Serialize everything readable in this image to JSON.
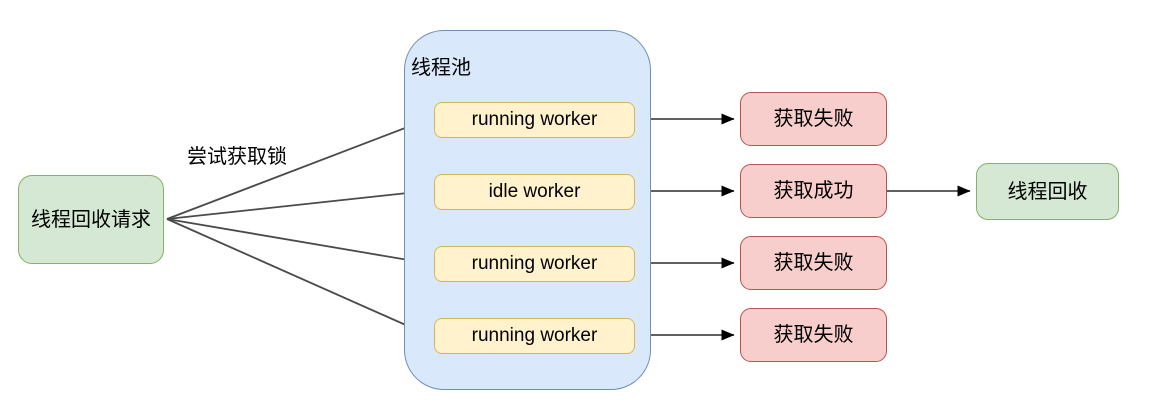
{
  "diagram": {
    "request": {
      "label": "线程回收请求"
    },
    "edge_label": "尝试获取锁",
    "pool": {
      "label": "线程池",
      "workers": [
        "running worker",
        "idle worker",
        "running worker",
        "running worker"
      ]
    },
    "results": [
      "获取失败",
      "获取成功",
      "获取失败",
      "获取失败"
    ],
    "recycled": {
      "label": "线程回收"
    }
  },
  "palette": {
    "green_fill": "#d5e8d4",
    "green_stroke": "#82b366",
    "pool_fill": "#dae8fc",
    "pool_stroke": "#6c8ebf",
    "worker_fill": "#fff2cc",
    "worker_stroke": "#d6b656",
    "result_fill": "#f8cecc",
    "result_stroke": "#b85450",
    "arrow_line": "#4a4a4a",
    "arrow_head": "#000000",
    "text": "#000000",
    "background": "#ffffff"
  }
}
